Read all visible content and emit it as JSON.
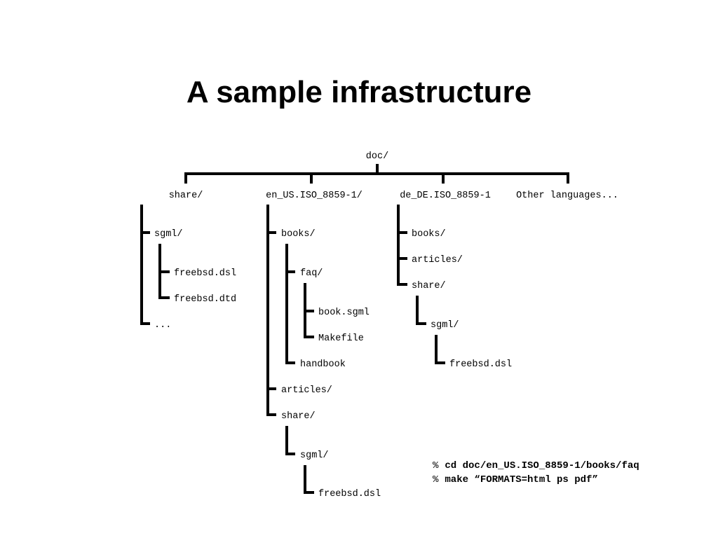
{
  "slide": {
    "title": "A sample infrastructure"
  },
  "tree": {
    "root": "doc/",
    "top": {
      "share": "share/",
      "en_us": "en_US.ISO_8859-1/",
      "de_de": "de_DE.ISO_8859-1",
      "other": "Other languages..."
    },
    "share": {
      "sgml": "sgml/",
      "sgml_children": [
        "freebsd.dsl",
        "freebsd.dtd"
      ],
      "more": "..."
    },
    "en_us": {
      "books": "books/",
      "faq": "faq/",
      "faq_children": [
        "book.sgml",
        "Makefile"
      ],
      "handbook": "handbook",
      "articles": "articles/",
      "share": "share/",
      "sgml": "sgml/",
      "sgml_children": [
        "freebsd.dsl"
      ]
    },
    "de_de": {
      "books": "books/",
      "articles": "articles/",
      "share": "share/",
      "sgml": "sgml/",
      "sgml_children": [
        "freebsd.dsl"
      ]
    }
  },
  "commands": [
    {
      "prompt": "%",
      "text": "cd doc/en_US.ISO_8859-1/books/faq"
    },
    {
      "prompt": "%",
      "text": "make “FORMATS=html ps pdf”"
    }
  ]
}
